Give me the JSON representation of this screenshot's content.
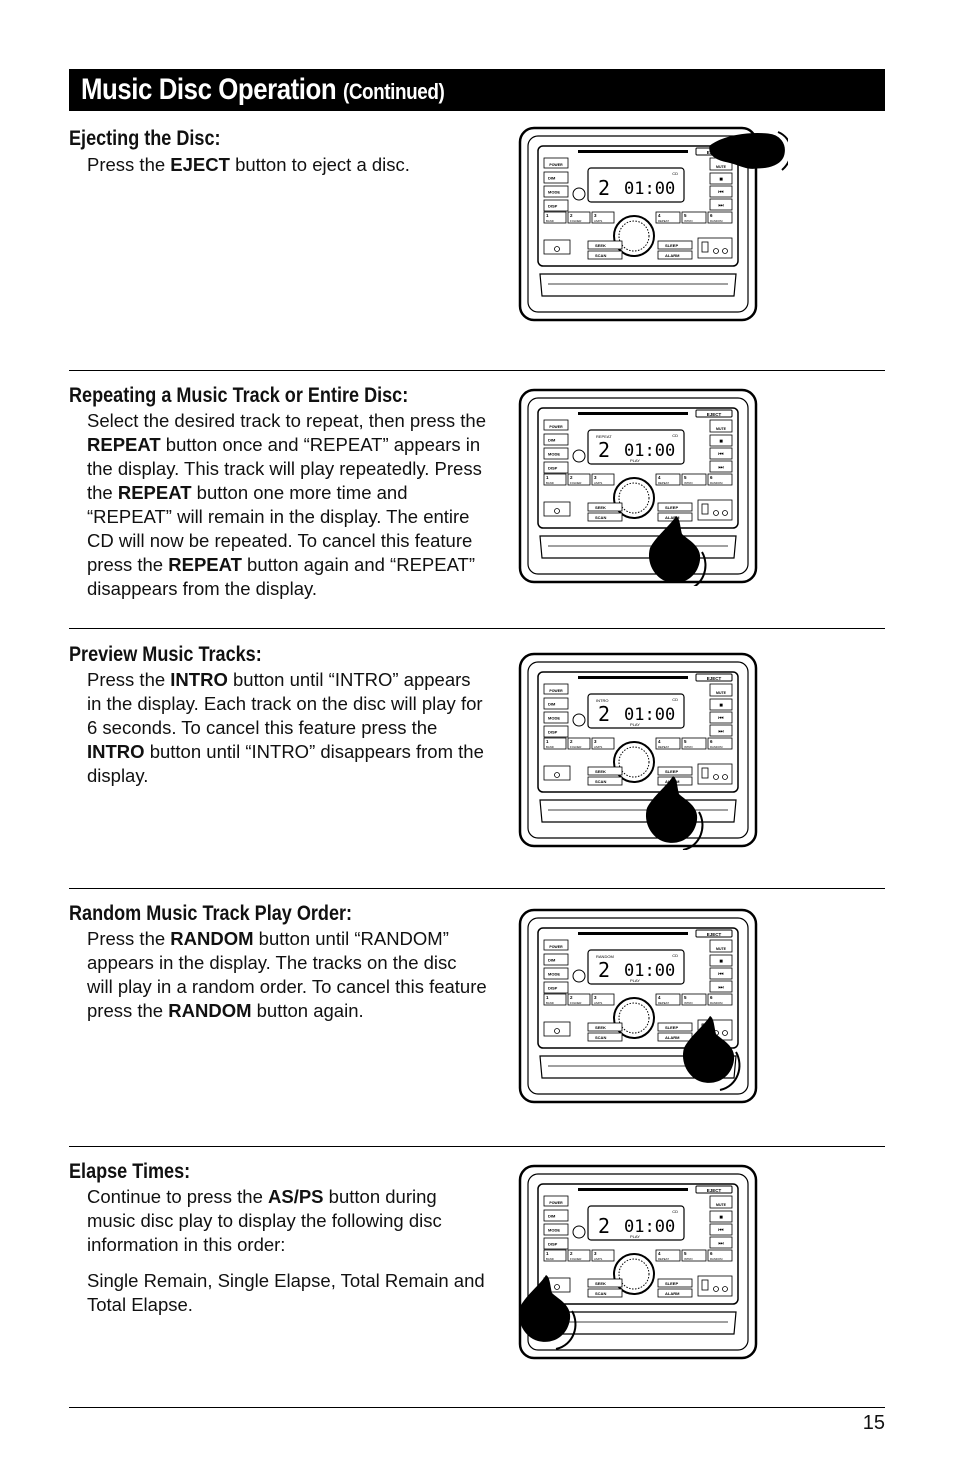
{
  "header": {
    "title": "Music Disc Operation",
    "subtitle": "(Continued)"
  },
  "sections": [
    {
      "heading": "Ejecting the Disc:",
      "parts": [
        {
          "t": "Press the "
        },
        {
          "b": "EJECT"
        },
        {
          "t": " button to eject a disc."
        }
      ],
      "display": {
        "track": "2",
        "time": "01:00",
        "indicator": "",
        "mode": ""
      }
    },
    {
      "heading": "Repeating a Music Track or Entire Disc:",
      "parts": [
        {
          "t": "Select the desired track to repeat, then press the "
        },
        {
          "b": "REPEAT"
        },
        {
          "t": " button once and “REPEAT” appears in the display. This track will play repeatedly. Press the "
        },
        {
          "b": "REPEAT"
        },
        {
          "t": " button one more time and “REPEAT” will remain in the display. The entire CD will now be repeated. To cancel this feature press the "
        },
        {
          "b": "REPEAT"
        },
        {
          "t": " button again and “REPEAT” disappears from the display."
        }
      ],
      "display": {
        "track": "2",
        "time": "01:00",
        "indicator": "REPEAT",
        "mode": "PLAY"
      }
    },
    {
      "heading": "Preview Music Tracks:",
      "parts": [
        {
          "t": "Press the "
        },
        {
          "b": "INTRO"
        },
        {
          "t": " button until “INTRO” appears in the display. Each track on the disc will play for 6 seconds. To cancel this feature press the "
        },
        {
          "b": "INTRO"
        },
        {
          "t": " button until “INTRO” disappears from the display."
        }
      ],
      "display": {
        "track": "2",
        "time": "01:00",
        "indicator": "INTRO",
        "mode": "PLAY"
      }
    },
    {
      "heading": "Random Music Track Play Order:",
      "parts": [
        {
          "t": "Press the "
        },
        {
          "b": "RANDOM"
        },
        {
          "t": " button until “RANDOM” appears in the display. The tracks on the disc will play in a random order. To cancel this feature press the "
        },
        {
          "b": "RANDOM"
        },
        {
          "t": " button again."
        }
      ],
      "display": {
        "track": "2",
        "time": "01:00",
        "indicator": "RANDOM",
        "mode": "PLAY"
      }
    },
    {
      "heading": "Elapse Times:",
      "parts": [
        {
          "t": "Continue to press the "
        },
        {
          "b": "AS/PS"
        },
        {
          "t": " button during music disc play to display the following disc information in this order:"
        }
      ],
      "parts2": [
        {
          "t": "Single Remain, Single Elapse, Total Remain and Total Elapse."
        }
      ],
      "display": {
        "track": "2",
        "time": "01:00",
        "indicator": "",
        "mode": "PLAY"
      }
    }
  ],
  "radio_labels": {
    "eject": "EJECT",
    "power": "POWER",
    "dim": "DIM",
    "mode": "MODE",
    "disp": "DISP",
    "mute": "MUTE",
    "seek": "SEEK",
    "scan": "SCAN",
    "sleep": "SLEEP",
    "alarm": "ALARM",
    "cd": "CD",
    "presets": [
      "1",
      "2",
      "3",
      "4",
      "5",
      "6"
    ],
    "preset_sub": [
      "BAND",
      "FOLDER",
      "AS/PS",
      "REPEAT",
      "INTRO",
      "RANDOM"
    ]
  },
  "page_number": "15"
}
